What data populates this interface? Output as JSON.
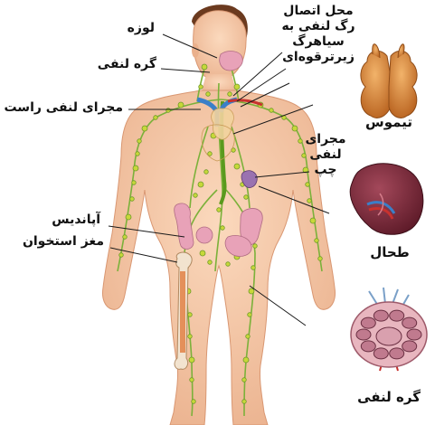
{
  "labels": {
    "tonsil": "لوزه",
    "lymph_node_left": "گره لنفی",
    "right_lymphatic_duct": "مجرای لنفی راست",
    "junction": "محل اتصال\nرگ لنفی به\nسیاهرگ\nزیرترقوه‌ای",
    "thymus": "تیموس",
    "left_lymphatic_duct": "مجرای\nلنفی چپ",
    "appendix": "آپاندیس",
    "bone_marrow": "مغز استخوان",
    "spleen": "طحال",
    "lymph_node_bottom": "گره لنفی"
  },
  "colors": {
    "skin": "#f6cba7",
    "skin_shade": "#e6a983",
    "lymph_green": "#7bb13a",
    "node_green": "#c7d83a",
    "leader": "#1a1a1a",
    "thymus": "#d88a3b",
    "spleen": "#7a2a3a",
    "vein_blue": "#3b7fc8",
    "artery_red": "#c8322e",
    "node_pink": "#e8b6bf"
  }
}
